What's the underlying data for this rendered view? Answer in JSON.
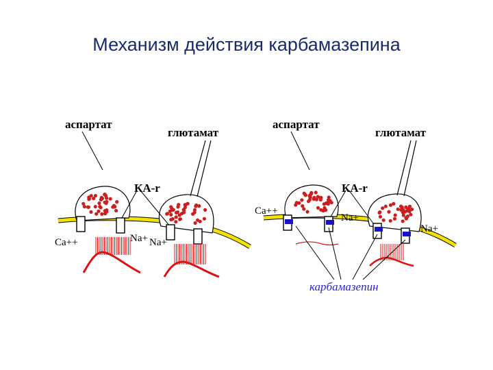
{
  "title": "Механизм действия карбамазепина",
  "panel_left": {
    "aspartate": "аспартат",
    "glutamate": "глютамат",
    "ka_receptor": "КА-r",
    "ca": "Ca++",
    "na1": "Na+",
    "na2": "Na+"
  },
  "panel_right": {
    "aspartate": "аспартат",
    "glutamate": "глютамат",
    "ka_receptor": "КА-r",
    "ca": "Ca++",
    "na1": "Na+",
    "na2": "Na+",
    "drug": "карбамазепин"
  },
  "colors": {
    "title": "#1a2a6e",
    "membrane": "#f2e400",
    "vesicle": "#cc1e1e",
    "trace": "#e01010",
    "blocker": "#1a14c8",
    "drug_label": "#2a1fd0"
  }
}
